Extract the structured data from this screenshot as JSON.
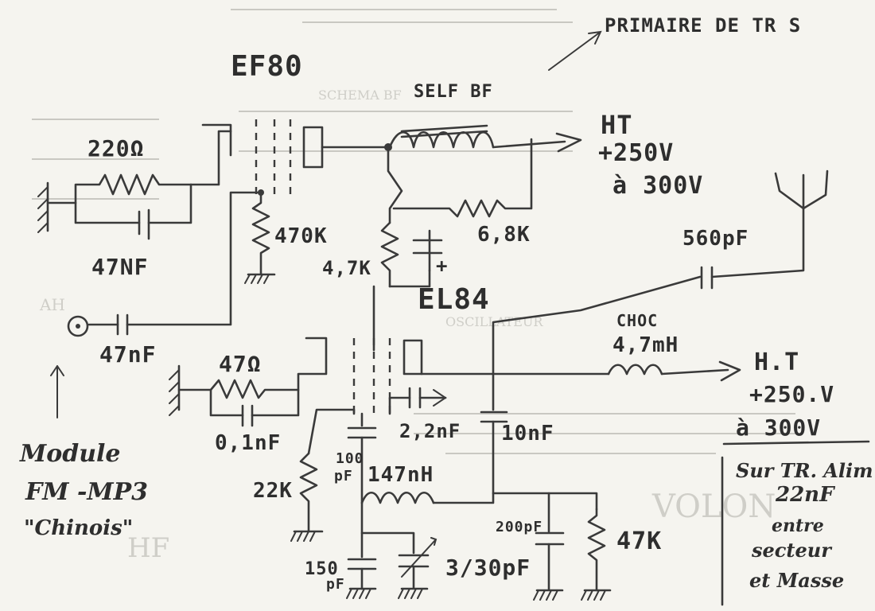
{
  "labels": {
    "ef80": "EF80",
    "primaire": "PRIMAIRE DE TR S",
    "self_bf": "SELF BF",
    "ht_top": "HT",
    "ht_top_v1": "+250V",
    "ht_top_v2": "à 300V",
    "r220": "220Ω",
    "c47nf_cath": "47NF",
    "r470k": "470K",
    "r47k_plate": "4,7K",
    "r68k": "6,8K",
    "el84": "EL84",
    "c560": "560pF",
    "choc1": "CHOC",
    "choc2": "4,7mH",
    "c47nf_in": "47nF",
    "r47": "47Ω",
    "c01nf": "0,1nF",
    "ht_bot": "H.T",
    "ht_bot_v1": "+250.V",
    "ht_bot_v2": "à 300V",
    "c22nf": "2,2nF",
    "c10nf": "10nF",
    "r22k": "22K",
    "c100pf_1": "100",
    "c100pf_2": "pF",
    "l147": "147nH",
    "c200pf": "200pF",
    "r47k_out": "47K",
    "c150pf_1": "150",
    "c150pf_2": "pF",
    "ctrim": "3/30pF",
    "module1": "Module",
    "module2": "FM -MP3",
    "module3": "\"Chinois\"",
    "note1": "Sur TR. Alim",
    "note2": "22nF",
    "note3": "entre",
    "note4": "secteur",
    "note5": "et Masse",
    "plus": "+"
  },
  "background_text": [
    "SCHEMA BF",
    "OSCILLATEUR",
    "VOLON",
    "HF",
    "AH"
  ]
}
